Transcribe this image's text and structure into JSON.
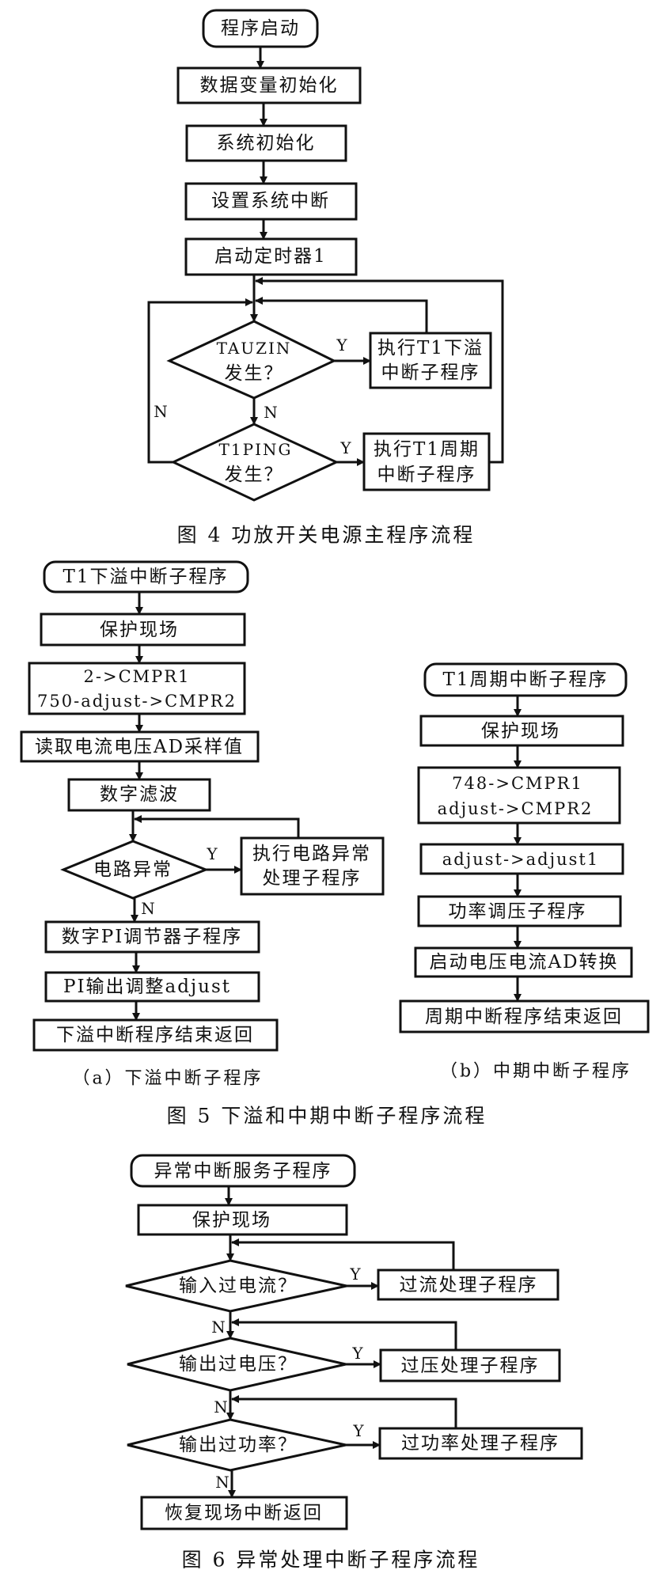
{
  "fig4": {
    "start": "程序启动",
    "steps": [
      "数据变量初始化",
      "系统初始化",
      "设置系统中断",
      "启动定时器1"
    ],
    "decision1": {
      "line1": "TAUZIN",
      "line2": "发生？",
      "yes": "Y",
      "no": "N",
      "action1": "执行T1下溢",
      "action2": "中断子程序"
    },
    "decision2": {
      "line1": "T1PING",
      "line2": "发生？",
      "yes": "Y",
      "no": "N",
      "action1": "执行T1周期",
      "action2": "中断子程序"
    },
    "caption": "图 4  功放开关电源主程序流程"
  },
  "fig5a": {
    "start": "T1下溢中断子程序",
    "save": "保护现场",
    "cmpr1": "2->CMPR1",
    "cmpr2": "750-adjust->CMPR2",
    "read": "读取电流电压AD采样值",
    "filter": "数字滤波",
    "decision": "电路异常",
    "yes": "Y",
    "no": "N",
    "action1": "执行电路异常",
    "action2": "处理子程序",
    "pi": "数字PI调节器子程序",
    "adjust": "PI输出调整adjust",
    "end": "下溢中断程序结束返回",
    "subcaption": "（a）下溢中断子程序"
  },
  "fig5b": {
    "start": "T1周期中断子程序",
    "save": "保护现场",
    "cmpr1": "748->CMPR1",
    "cmpr2": "adjust->CMPR2",
    "copy": "adjust->adjust1",
    "power": "功率调压子程序",
    "ad": "启动电压电流AD转换",
    "end": "周期中断程序结束返回",
    "subcaption": "（b）中期中断子程序"
  },
  "fig5_caption": "图 5   下溢和中期中断子程序流程",
  "fig6": {
    "start": "异常中断服务子程序",
    "save": "保护现场",
    "decisions": [
      {
        "label": "输入过电流？",
        "action": "过流处理子程序",
        "yes": "Y",
        "no": "N"
      },
      {
        "label": "输出过电压？",
        "action": "过压处理子程序",
        "yes": "Y",
        "no": "N"
      },
      {
        "label": "输出过功率？",
        "action": "过功率处理子程序",
        "yes": "Y",
        "no": "N"
      }
    ],
    "end": "恢复现场中断返回",
    "caption": "图 6   异常处理中断子程序流程"
  }
}
